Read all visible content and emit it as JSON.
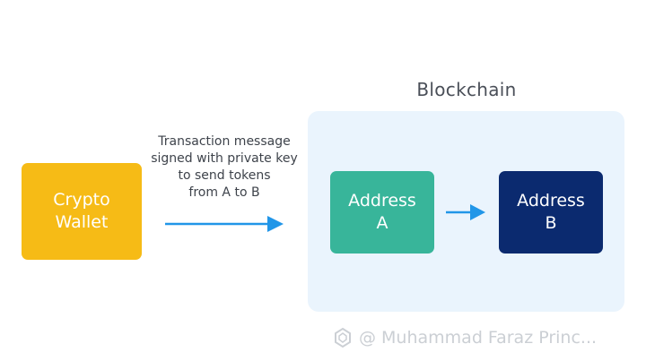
{
  "diagram": {
    "blockchain_label": "Blockchain",
    "wallet": {
      "line1": "Crypto",
      "line2": "Wallet",
      "color": "#f6bb16"
    },
    "transaction_message": {
      "line1": "Transaction message",
      "line2": "signed with private key",
      "line3": "to send tokens",
      "line4": "from A to B"
    },
    "address_a": {
      "line1": "Address",
      "line2": "A",
      "color": "#38b59a"
    },
    "address_b": {
      "line1": "Address",
      "line2": "B",
      "color": "#0b2a6f"
    },
    "arrow_color": "#2196e8",
    "region_color": "#eaf4fd"
  },
  "watermark": {
    "text": "@ Muhammad Faraz Princ..."
  }
}
